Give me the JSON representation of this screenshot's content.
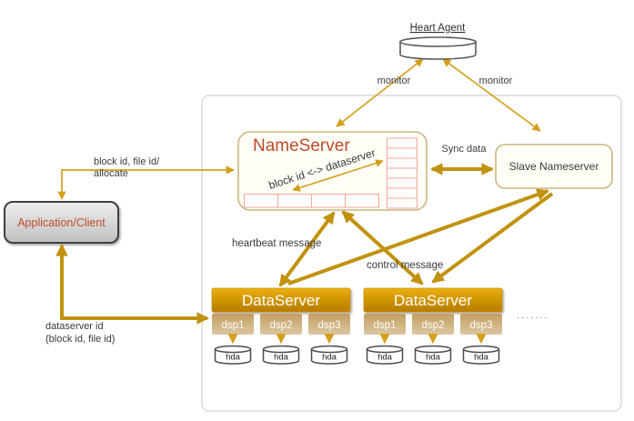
{
  "heart_agent": {
    "label": "Heart Agent"
  },
  "nameserver": {
    "title": "NameServer",
    "mapping": "block id <-> dataserver"
  },
  "slave_nameserver": {
    "label": "Slave Nameserver"
  },
  "application": {
    "label": "Application/Client"
  },
  "labels": {
    "monitor_left": "monitor",
    "monitor_right": "monitor",
    "sync": "Sync data",
    "heartbeat": "heartbeat message",
    "control": "control message",
    "request_line1": "block id, file id/",
    "request_line2": "allocate",
    "response_line1": "dataserver id",
    "response_line2": "(block id, file id)",
    "ellipsis": "......."
  },
  "dataservers": [
    {
      "title": "DataServer",
      "disks": [
        "dsp1",
        "dsp2",
        "dsp3"
      ],
      "drives": [
        "hda",
        "hda",
        "hda"
      ]
    },
    {
      "title": "DataServer",
      "disks": [
        "dsp1",
        "dsp2",
        "dsp3"
      ],
      "drives": [
        "hda",
        "hda",
        "hda"
      ]
    }
  ],
  "colors": {
    "gold_thin": "#d4a01c",
    "gold_thick": "#c1920e",
    "box_border_tan": "#cdb684",
    "table_border_pink": "#f2a79b",
    "title_red": "#be4a2a",
    "label_gray": "#3a3a3a",
    "dataserver_gold": "#d29704",
    "dsp_tan": "#c9a76d"
  }
}
